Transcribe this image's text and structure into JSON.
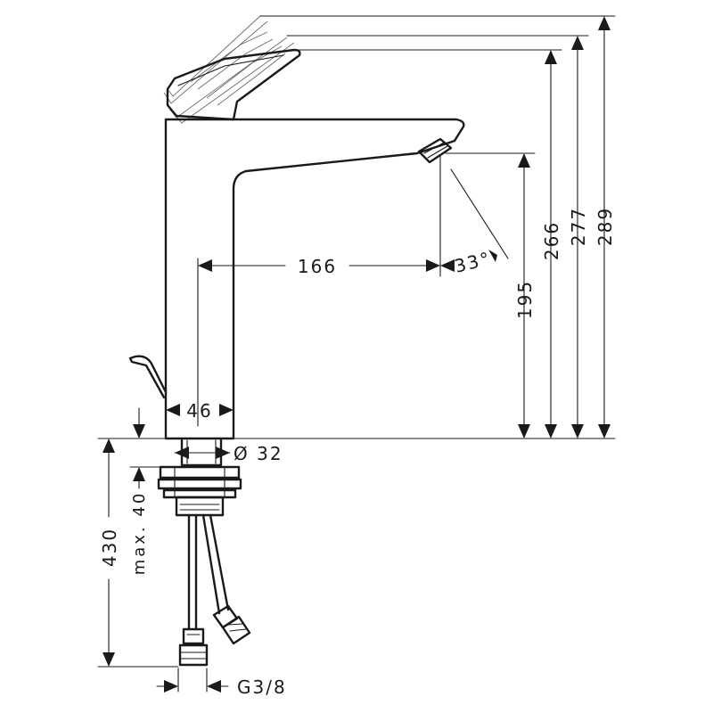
{
  "dimensions": {
    "height_289": "289",
    "height_277": "277",
    "height_266": "266",
    "height_195": "195",
    "reach_166": "166",
    "angle_33": "33°",
    "body_width_46": "46",
    "shank_diameter": "Ø 32",
    "max_thickness": "max. 40",
    "hose_length_430": "430",
    "connection_thread": "G3/8"
  }
}
